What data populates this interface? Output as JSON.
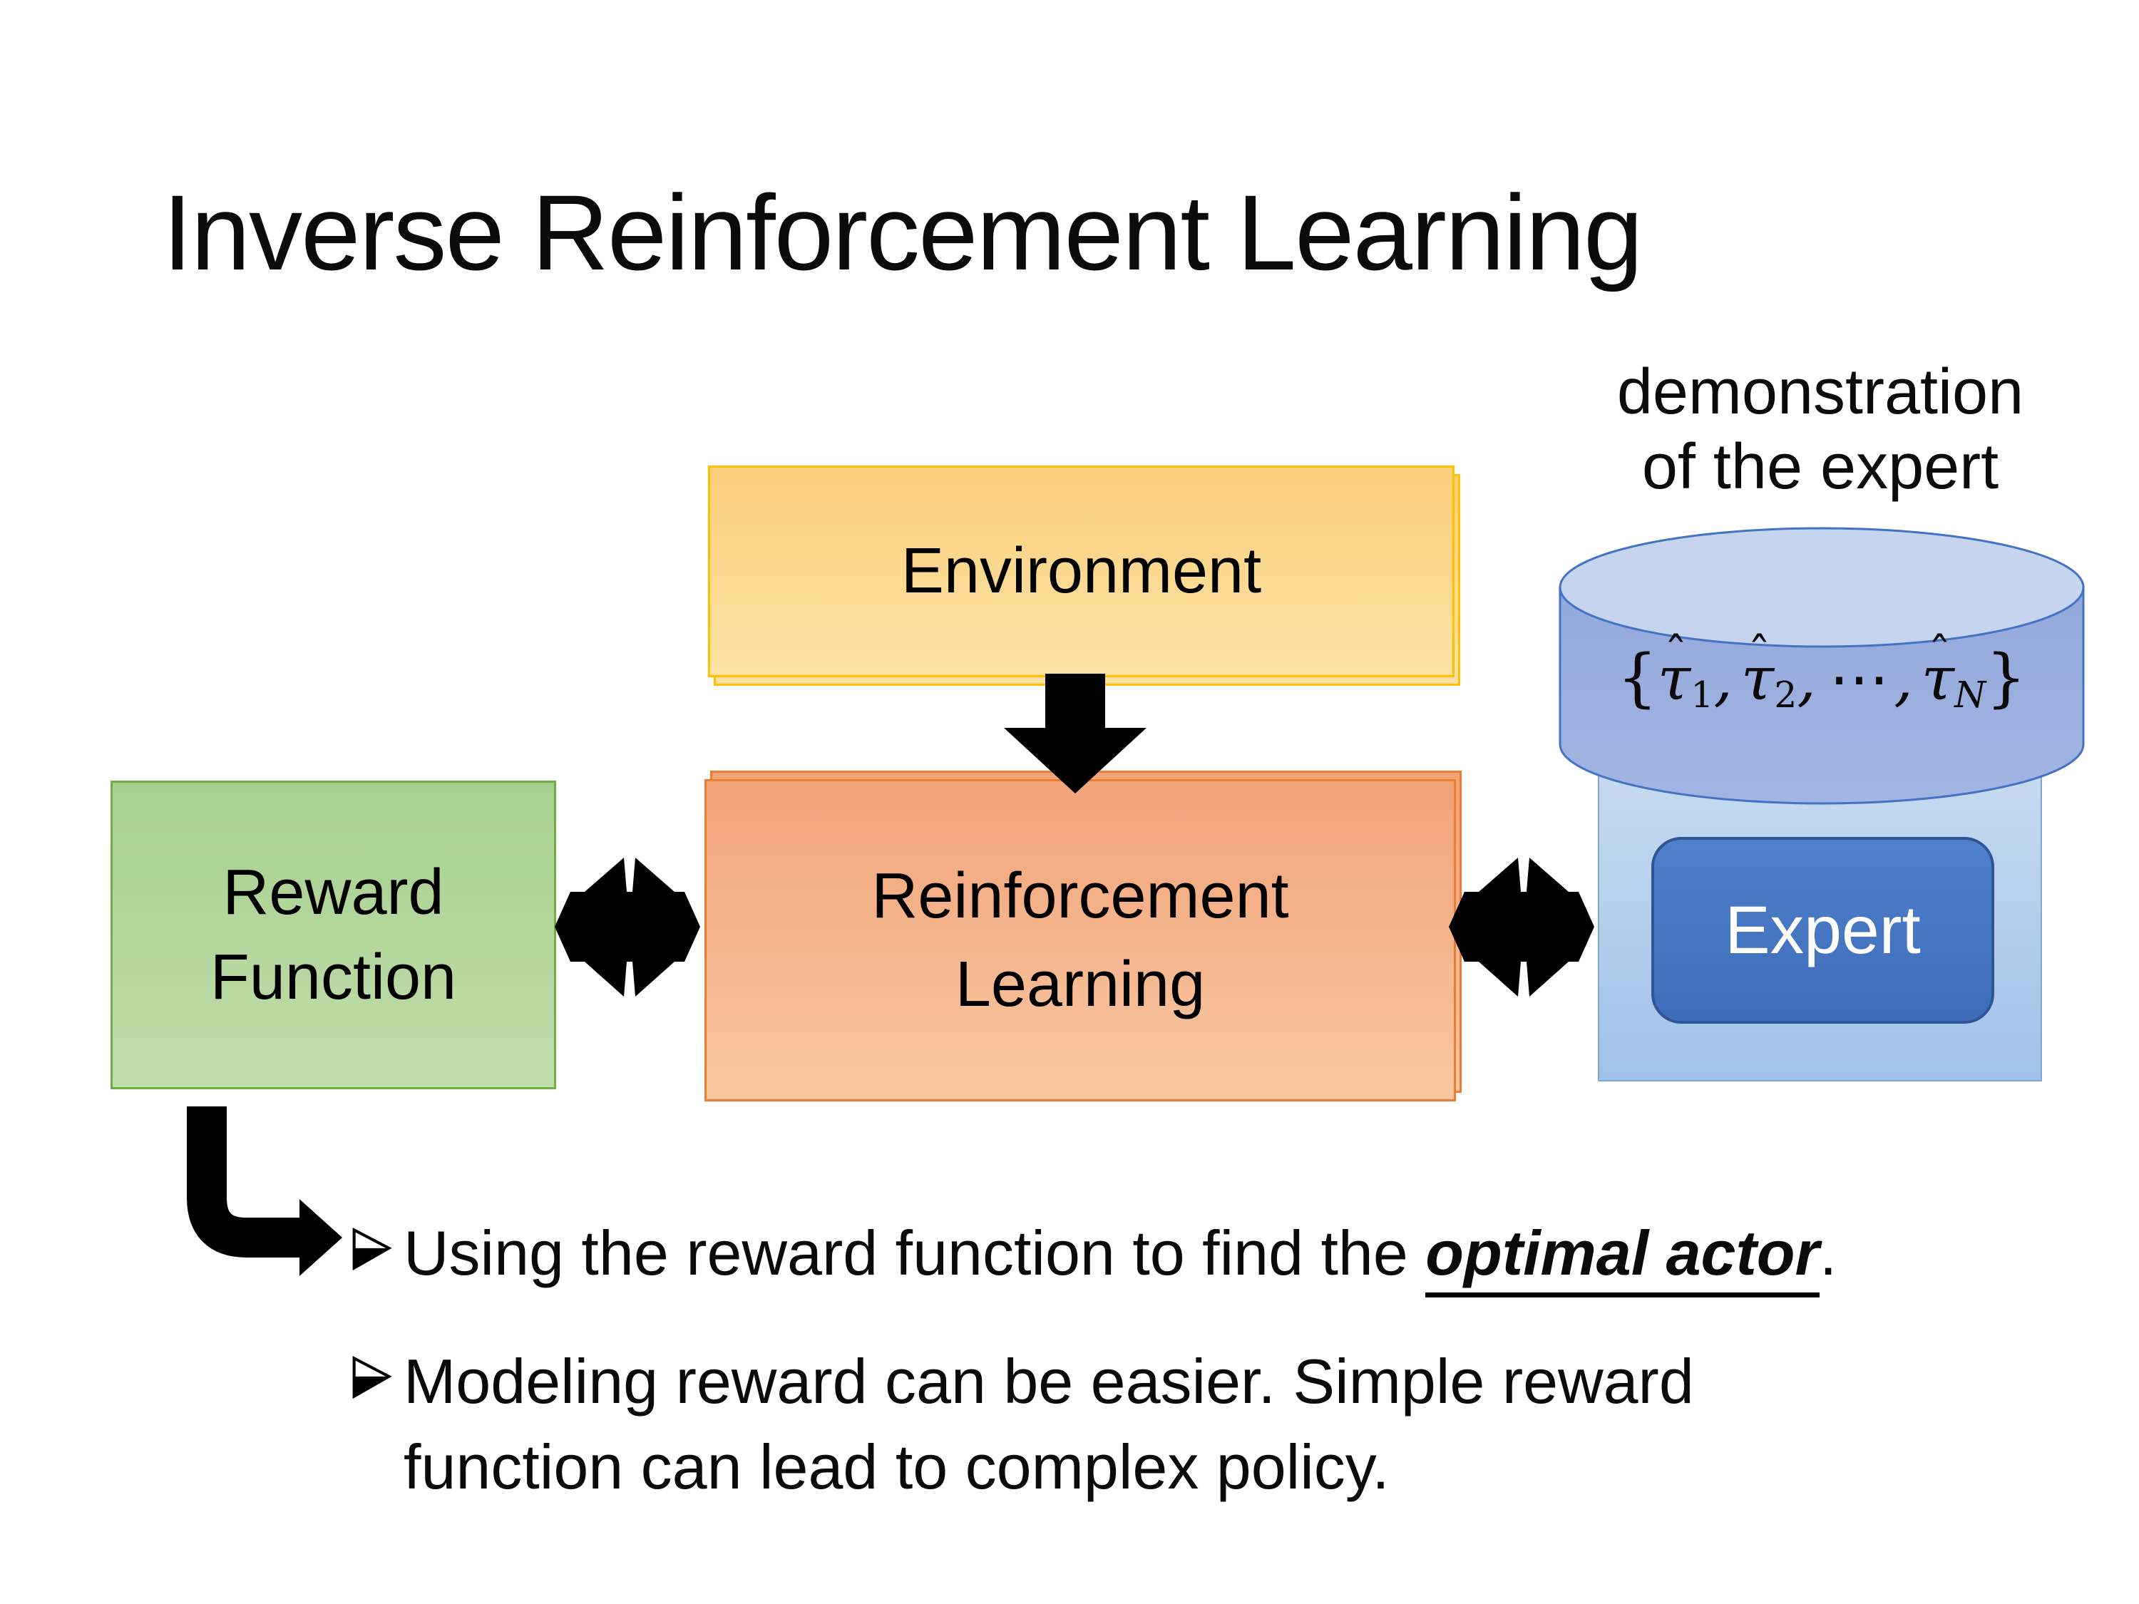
{
  "slide": {
    "title": "Inverse Reinforcement Learning"
  },
  "diagram": {
    "demonstration_caption": {
      "line1": "demonstration",
      "line2": "of the expert"
    },
    "environment_box": {
      "label": "Environment",
      "fill_top": "#FACF7B",
      "fill_bottom": "#FCE2A6",
      "border": "#FFC000"
    },
    "reward_function_box": {
      "line1": "Reward",
      "line2": "Function",
      "fill_top": "#A8CF8F",
      "fill_bottom": "#BFDEAA",
      "border": "#6FAD47"
    },
    "reinforcement_learning_box": {
      "line1": "Reinforcement",
      "line2": "Learning",
      "fill_top": "#F2A379",
      "fill_bottom": "#F8C7A2",
      "border": "#ED7D31"
    },
    "expert_panel": {
      "fill_top": "#C9DBF1",
      "fill_bottom": "#9FC2E8",
      "border": "#83A7D3"
    },
    "expert_box": {
      "label": "Expert",
      "fill": "#4472C4",
      "border": "#2F5597",
      "text_color": "#FFFFFF"
    },
    "cylinder": {
      "fill_body": "#93A8DB",
      "fill_top_ellipse": "#C7D4F0",
      "border": "#4472C4",
      "formula": {
        "open": "{",
        "tau": "τ",
        "hat": "ˆ",
        "sub1": "1",
        "comma1": ",",
        "sub2": "2",
        "comma2": ",",
        "dots": "⋯",
        "comma3": ",",
        "subN": "N",
        "close": "}"
      }
    },
    "arrows": {
      "color": "#000000",
      "down_arrow": "block-arrow-down",
      "left_double_arrow": "double-headed-arrow",
      "right_double_arrow": "double-headed-arrow",
      "elbow_arrow": "bent-right-arrow"
    }
  },
  "bullets": {
    "marker_glyph": "➢",
    "item1": {
      "pre": "Using the reward function to find the ",
      "emphasis": "optimal actor",
      "post": "."
    },
    "item2": {
      "line1": "Modeling reward can be easier. Simple reward",
      "line2": "function can lead to complex policy."
    }
  }
}
